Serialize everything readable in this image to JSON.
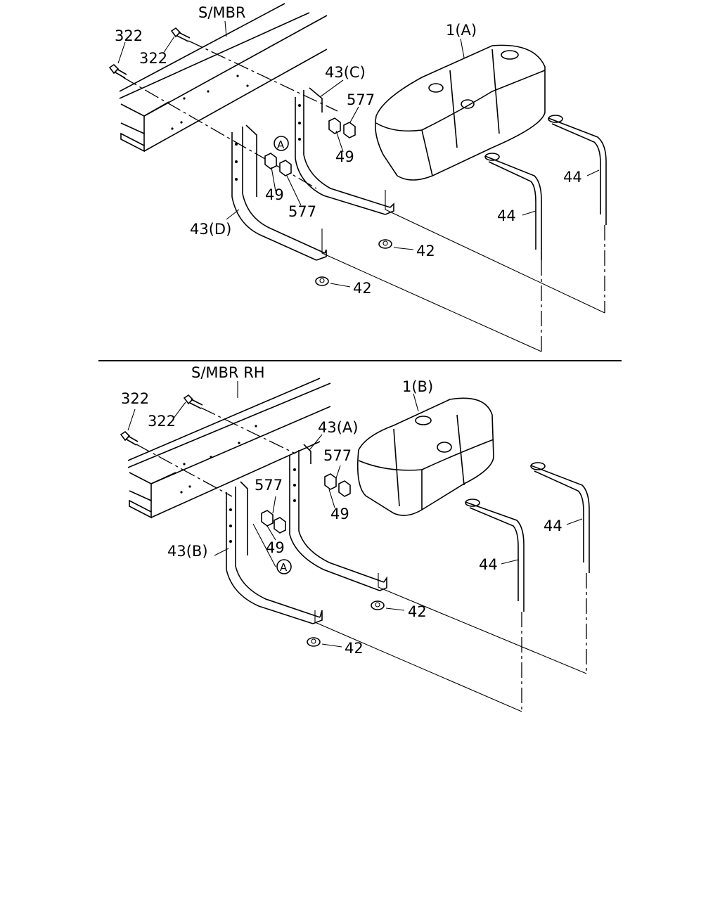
{
  "top": {
    "frame_label": "S/MBR",
    "tank_label": "1(A)",
    "bolt_label_a": "322",
    "bolt_label_b": "322",
    "bracket_front_label": "43(C)",
    "bracket_rear_label": "43(D)",
    "nut_577_front": "577",
    "nut_49_front": "49",
    "nut_49_rear": "49",
    "nut_577_rear": "577",
    "circle_marker": "A",
    "nut_42_front": "42",
    "nut_42_rear": "42",
    "strap_label_front": "44",
    "strap_label_rear": "44"
  },
  "bottom": {
    "frame_label": "S/MBR RH",
    "tank_label": "1(B)",
    "bolt_label_a": "322",
    "bolt_label_b": "322",
    "bracket_front_label": "43(A)",
    "bracket_rear_label": "43(B)",
    "nut_577_front": "577",
    "nut_49_front": "49",
    "nut_577_rear": "577",
    "nut_49_rear": "49",
    "circle_marker": "A",
    "nut_42_front": "42",
    "nut_42_rear": "42",
    "strap_label_front": "44",
    "strap_label_rear": "44"
  }
}
